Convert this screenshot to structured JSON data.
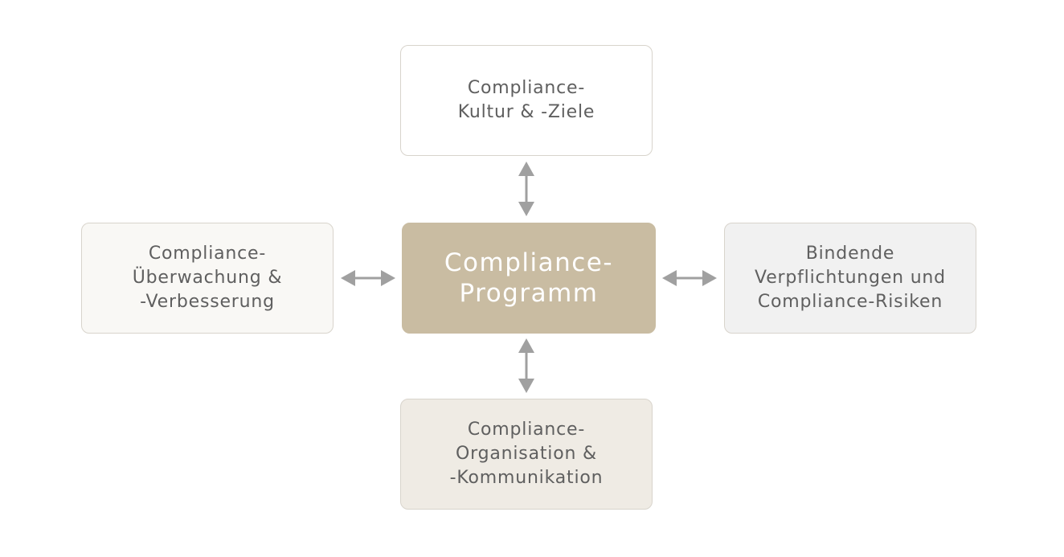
{
  "diagram": {
    "center": {
      "label": "Compliance-\nProgramm"
    },
    "top": {
      "label": "Compliance-\nKultur & -Ziele"
    },
    "left": {
      "label": "Compliance-\nÜberwachung &\n-Verbesserung"
    },
    "right": {
      "label": "Bindende\nVerpflichtungen und\nCompliance-Risiken"
    },
    "bottom": {
      "label": "Compliance-\nOrganisation &\n-Kommunikation"
    }
  },
  "colors": {
    "center_fill": "#c9bca2",
    "arrow": "#a0a0a0",
    "text": "#5f5f5f"
  }
}
